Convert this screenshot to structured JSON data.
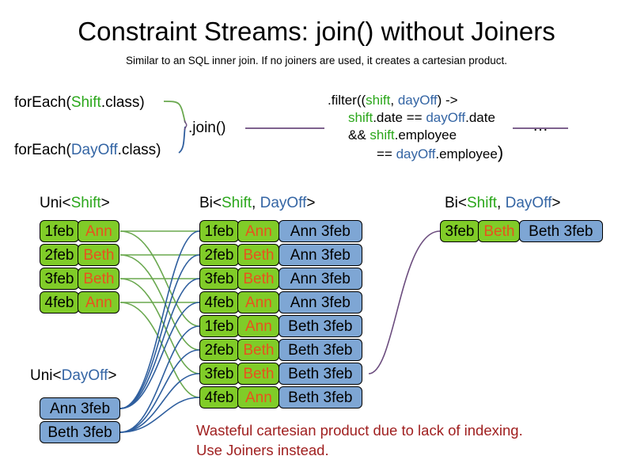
{
  "slide": {
    "title": "Constraint Streams: join() without Joiners",
    "subtitle": "Similar to an SQL inner join. If no joiners are used, it creates a cartesian product."
  },
  "colors": {
    "shift_green": "#2BA71B",
    "dayoff_blue": "#3465A4",
    "card_green": "#80CC28",
    "card_blue": "#7EA6D4",
    "name_orange": "#E8521E",
    "warning_red": "#A02020",
    "wire_green": "#6AA84F",
    "wire_blue": "#2E5E9E",
    "wire_purple": "#6B4C7E"
  },
  "code": {
    "foreach_shift": {
      "prefix": "forEach(",
      "type": "Shift",
      "suffix": ".class)"
    },
    "foreach_dayoff": {
      "prefix": "forEach(",
      "type": "DayOff",
      "suffix": ".class)"
    },
    "join_label": ".join()",
    "filter": {
      "line1_a": ".filter((",
      "line1_shift": "shift",
      "line1_comma": ", ",
      "line1_dayoff": "dayOff",
      "line1_b": ") ->",
      "line2_shift": "shift",
      "line2_mid": ".date == ",
      "line2_dayoff": "dayOff",
      "line2_end": ".date",
      "line3_amp": "&& ",
      "line3_shift": "shift",
      "line3_end": ".employee",
      "line4_eq": "== ",
      "line4_dayoff": "dayOff",
      "line4_end": ".employee",
      "line4_close": ")"
    },
    "ellipsis": "…"
  },
  "captions": {
    "uni_shift": {
      "prefix": "Uni<",
      "type": "Shift",
      "suffix": ">"
    },
    "bi_middle": {
      "prefix": "Bi<",
      "type1": "Shift",
      "comma": ", ",
      "type2": "DayOff",
      "suffix": ">"
    },
    "bi_right": {
      "prefix": "Bi<",
      "type1": "Shift",
      "comma": ", ",
      "type2": "DayOff",
      "suffix": ">"
    },
    "uni_dayoff": {
      "prefix": "Uni<",
      "type": "DayOff",
      "suffix": ">"
    }
  },
  "shift_stream": [
    {
      "date": "1feb",
      "name": "Ann"
    },
    {
      "date": "2feb",
      "name": "Beth"
    },
    {
      "date": "3feb",
      "name": "Beth"
    },
    {
      "date": "4feb",
      "name": "Ann"
    }
  ],
  "dayoff_stream": [
    {
      "label": "Ann 3feb"
    },
    {
      "label": "Beth 3feb"
    }
  ],
  "joined_stream": [
    {
      "date": "1feb",
      "name": "Ann",
      "dayoff": "Ann 3feb"
    },
    {
      "date": "2feb",
      "name": "Beth",
      "dayoff": "Ann 3feb"
    },
    {
      "date": "3feb",
      "name": "Beth",
      "dayoff": "Ann 3feb"
    },
    {
      "date": "4feb",
      "name": "Ann",
      "dayoff": "Ann 3feb"
    },
    {
      "date": "1feb",
      "name": "Ann",
      "dayoff": "Beth 3feb"
    },
    {
      "date": "2feb",
      "name": "Beth",
      "dayoff": "Beth 3feb"
    },
    {
      "date": "3feb",
      "name": "Beth",
      "dayoff": "Beth 3feb"
    },
    {
      "date": "4feb",
      "name": "Ann",
      "dayoff": "Beth 3feb"
    }
  ],
  "filtered_stream": [
    {
      "date": "3feb",
      "name": "Beth",
      "dayoff": "Beth 3feb"
    }
  ],
  "warning": {
    "line1": "Wasteful cartesian product due to lack of indexing.",
    "line2": "Use Joiners instead."
  }
}
